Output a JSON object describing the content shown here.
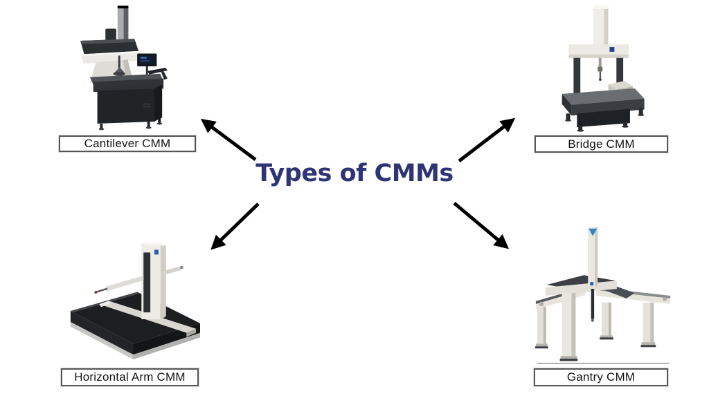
{
  "title": "Types of CMMs",
  "colors": {
    "title": "#2e3474",
    "arrow": "#000000",
    "label_border": "#565656",
    "label_text": "#141414",
    "background": "#ffffff"
  },
  "machines": [
    {
      "id": "cantilever-cmm",
      "label": "Cantilever CMM",
      "position": "top-left"
    },
    {
      "id": "bridge-cmm",
      "label": "Bridge CMM",
      "position": "top-right"
    },
    {
      "id": "horizontal-arm-cmm",
      "label": "Horizontal Arm CMM",
      "position": "bottom-left"
    },
    {
      "id": "gantry-cmm",
      "label": "Gantry CMM",
      "position": "bottom-right"
    }
  ]
}
